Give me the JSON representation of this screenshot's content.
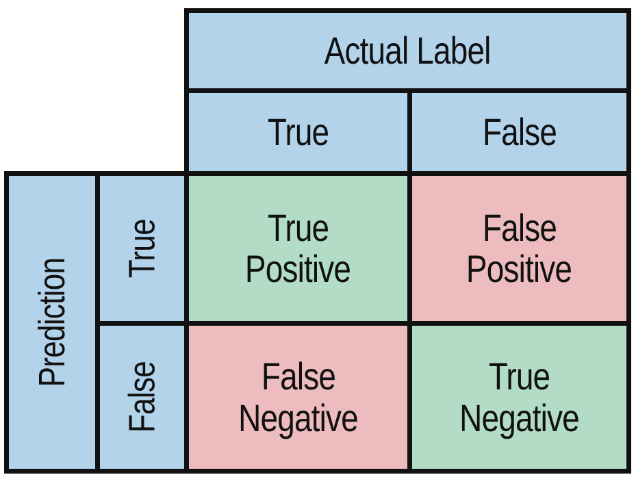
{
  "header": {
    "actual_label": "Actual Label",
    "actual_true": "True",
    "actual_false": "False"
  },
  "prediction": {
    "label": "Prediction",
    "true": "True",
    "false": "False"
  },
  "matrix": {
    "tp": [
      "True",
      "Positive"
    ],
    "fp": [
      "False",
      "Positive"
    ],
    "fn": [
      "False",
      "Negative"
    ],
    "tn": [
      "True",
      "Negative"
    ]
  },
  "colors": {
    "header_blue": "#b3d3ea",
    "correct_green": "#b2dcc6",
    "error_red": "#ecbcbf",
    "border": "#111111"
  }
}
